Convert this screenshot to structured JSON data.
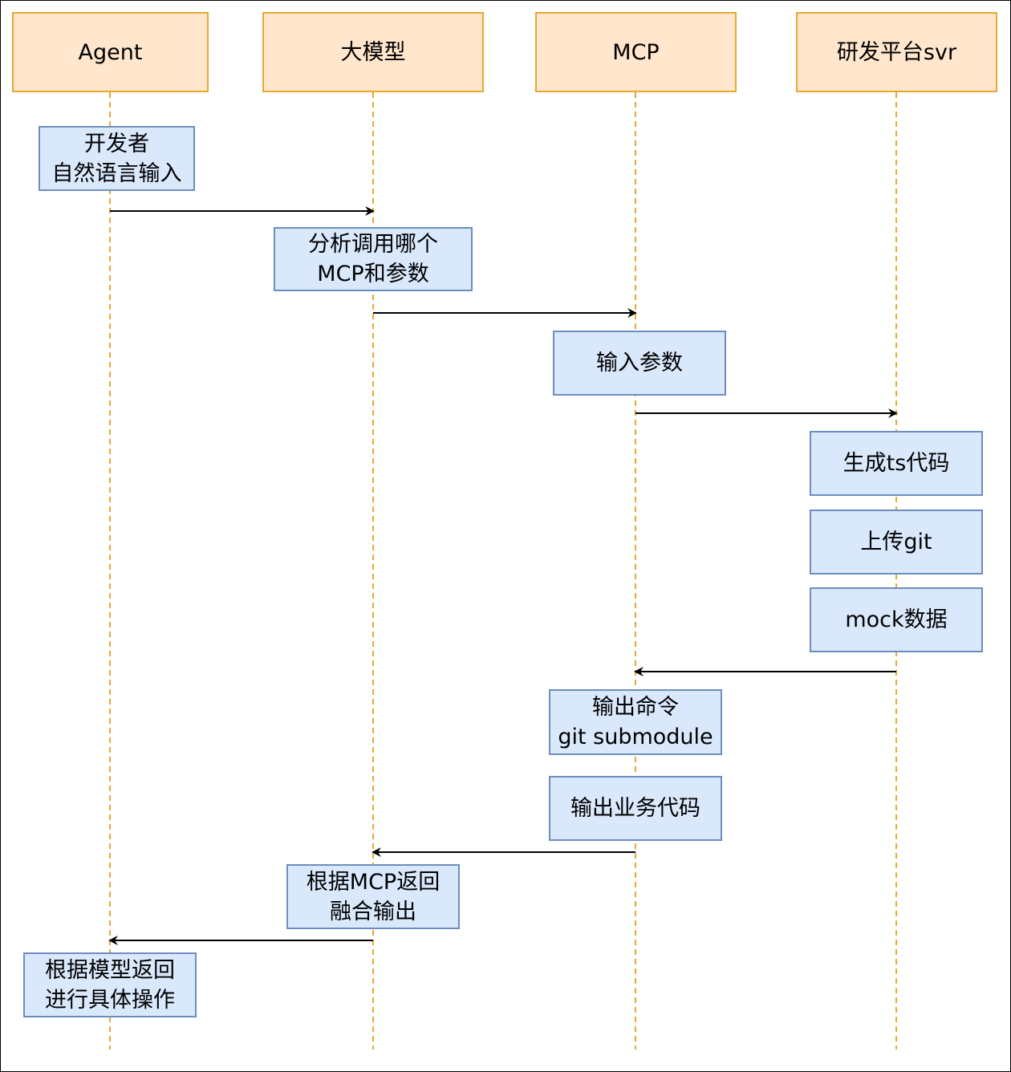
{
  "actors": [
    "Agent",
    "大模型",
    "MCP",
    "研发平台svr"
  ],
  "notes": [
    {
      "id": "n1",
      "text": "开发者\n自然语言输入"
    },
    {
      "id": "n2",
      "text": "分析调用哪个\nMCP和参数"
    },
    {
      "id": "n3",
      "text": "输入参数"
    },
    {
      "id": "n4",
      "text": "生成ts代码"
    },
    {
      "id": "n5",
      "text": "上传git"
    },
    {
      "id": "n6",
      "text": "mock数据"
    },
    {
      "id": "n7",
      "text": "输出命令\ngit submodule"
    },
    {
      "id": "n8",
      "text": "输出业务代码"
    },
    {
      "id": "n9",
      "text": "根据MCP返回\n融合输出"
    },
    {
      "id": "n10",
      "text": "根据模型返回\n进行具体操作"
    }
  ],
  "messages": [
    {
      "from": 0,
      "to": 1
    },
    {
      "from": 1,
      "to": 2
    },
    {
      "from": 2,
      "to": 3
    },
    {
      "from": 3,
      "to": 2
    },
    {
      "from": 2,
      "to": 1
    },
    {
      "from": 1,
      "to": 0
    }
  ],
  "colors": {
    "actor_fill": "#ffe6cc",
    "actor_stroke": "#e7a931",
    "lifeline": "#e7a931",
    "note_fill": "#dae8fc",
    "note_stroke": "#6c8ebf",
    "arrow": "#000000"
  }
}
